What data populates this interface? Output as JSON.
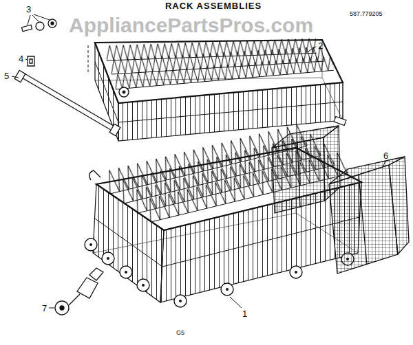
{
  "diagram": {
    "title": "RACK ASSEMBLIES",
    "labels": [
      "AppliancePartsPros.com",
      "587.779205",
      "3",
      "4",
      "5",
      "2",
      "6",
      "1",
      "7",
      "G5"
    ]
  }
}
